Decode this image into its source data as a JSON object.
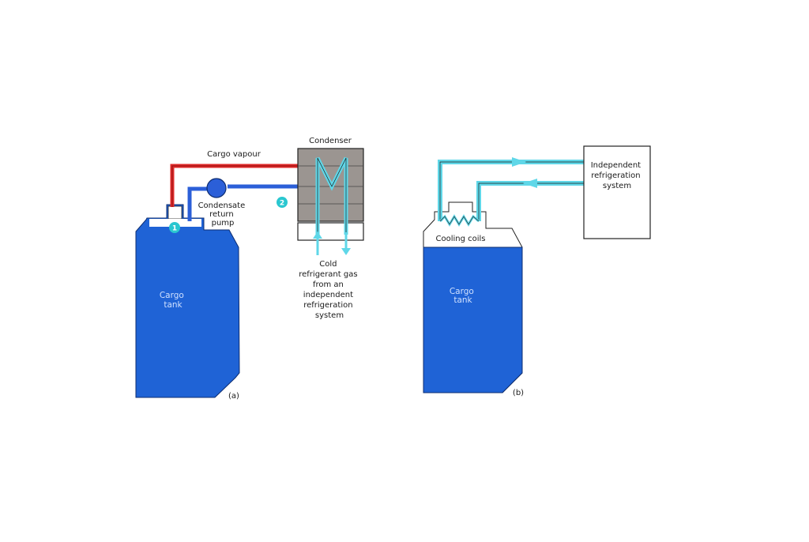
{
  "colors": {
    "tank_fill": "#1f63d6",
    "vapour_pipe": "#e02a2a",
    "return_pipe": "#2b5fd8",
    "coolant_pipe": "#5fd7e8",
    "condenser_fill": "#9b9591",
    "marker": "#2ac7d0"
  },
  "panel_a": {
    "cargo_vapour_label": "Cargo vapour",
    "condenser_label": "Condenser",
    "pump_label": [
      "Condensate",
      "return",
      "pump"
    ],
    "tank_label": [
      "Cargo",
      "tank"
    ],
    "marker_1": "1",
    "marker_2": "2",
    "cold_gas_label": [
      "Cold",
      "refrigerant gas",
      "from an",
      "independent",
      "refrigeration",
      "system"
    ],
    "panel_tag": "(a)"
  },
  "panel_b": {
    "cooling_coils_label": "Cooling coils",
    "tank_label": [
      "Cargo",
      "tank"
    ],
    "refrigeration_system_label": [
      "Independent",
      "refrigeration",
      "system"
    ],
    "panel_tag": "(b)"
  }
}
